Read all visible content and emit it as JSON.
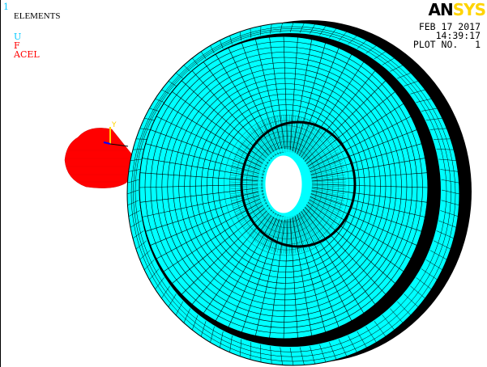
{
  "window": {
    "number": "1"
  },
  "legend": {
    "title": "ELEMENTS",
    "items": [
      {
        "label": "U",
        "color": "#00c8ff"
      },
      {
        "label": "F",
        "color": "#ff0000"
      },
      {
        "label": "ACEL",
        "color": "#ff0000"
      }
    ]
  },
  "header": {
    "date": "FEB 17 2017",
    "time": "14:39:17",
    "plot_label": "PLOT NO.   1"
  },
  "logo": {
    "part1": "AN",
    "part2": "SYS"
  },
  "triad": {
    "axis_label": "Y"
  },
  "colors": {
    "mesh_face": "#00ffff",
    "mesh_edge": "#000000",
    "force_symbol": "#ff0000",
    "background": "#ffffff"
  },
  "mesh": {
    "rings": 22,
    "spokes": 64,
    "description_source": "none"
  }
}
